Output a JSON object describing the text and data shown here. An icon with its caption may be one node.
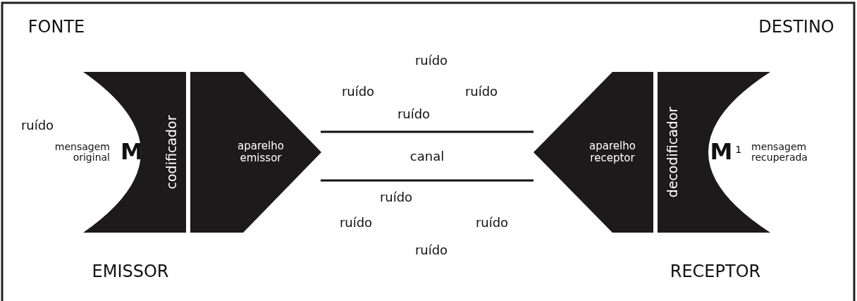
{
  "diagram": {
    "nodes": [
      {
        "text": [
          "codificador"
        ]
      },
      {
        "text": [
          "aparelho emissor"
        ]
      },
      {
        "text": [
          "aparelho receptor"
        ]
      },
      {
        "text": [
          "decodificador"
        ]
      }
    ],
    "labels": [
      "FONTE",
      "DESTINO",
      "ruído",
      "ruído",
      "ruído",
      "ruído",
      "ruído",
      "mensagem original",
      "M",
      "canal",
      "M$^{1}$",
      "mensagem recuperada",
      "ruído",
      "ruído",
      "ruído",
      "ruído",
      "EMISSOR",
      "RECEPTOR"
    ]
  }
}
